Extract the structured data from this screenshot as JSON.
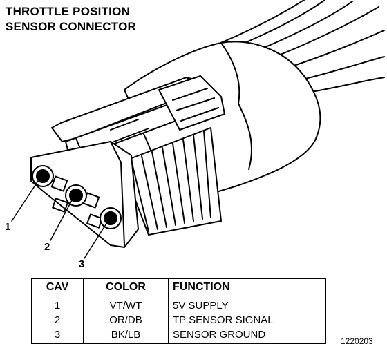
{
  "title": {
    "line1": "THROTTLE POSITION",
    "line2": "SENSOR CONNECTOR"
  },
  "callouts": [
    "1",
    "2",
    "3"
  ],
  "table": {
    "headers": [
      "CAV",
      "COLOR",
      "FUNCTION"
    ],
    "rows": [
      {
        "cav": "1",
        "color": "VT/WT",
        "function": "5V SUPPLY"
      },
      {
        "cav": "2",
        "color": "OR/DB",
        "function": "TP SENSOR SIGNAL"
      },
      {
        "cav": "3",
        "color": "BK/LB",
        "function": "SENSOR GROUND"
      }
    ]
  },
  "figure_id": "1220203"
}
